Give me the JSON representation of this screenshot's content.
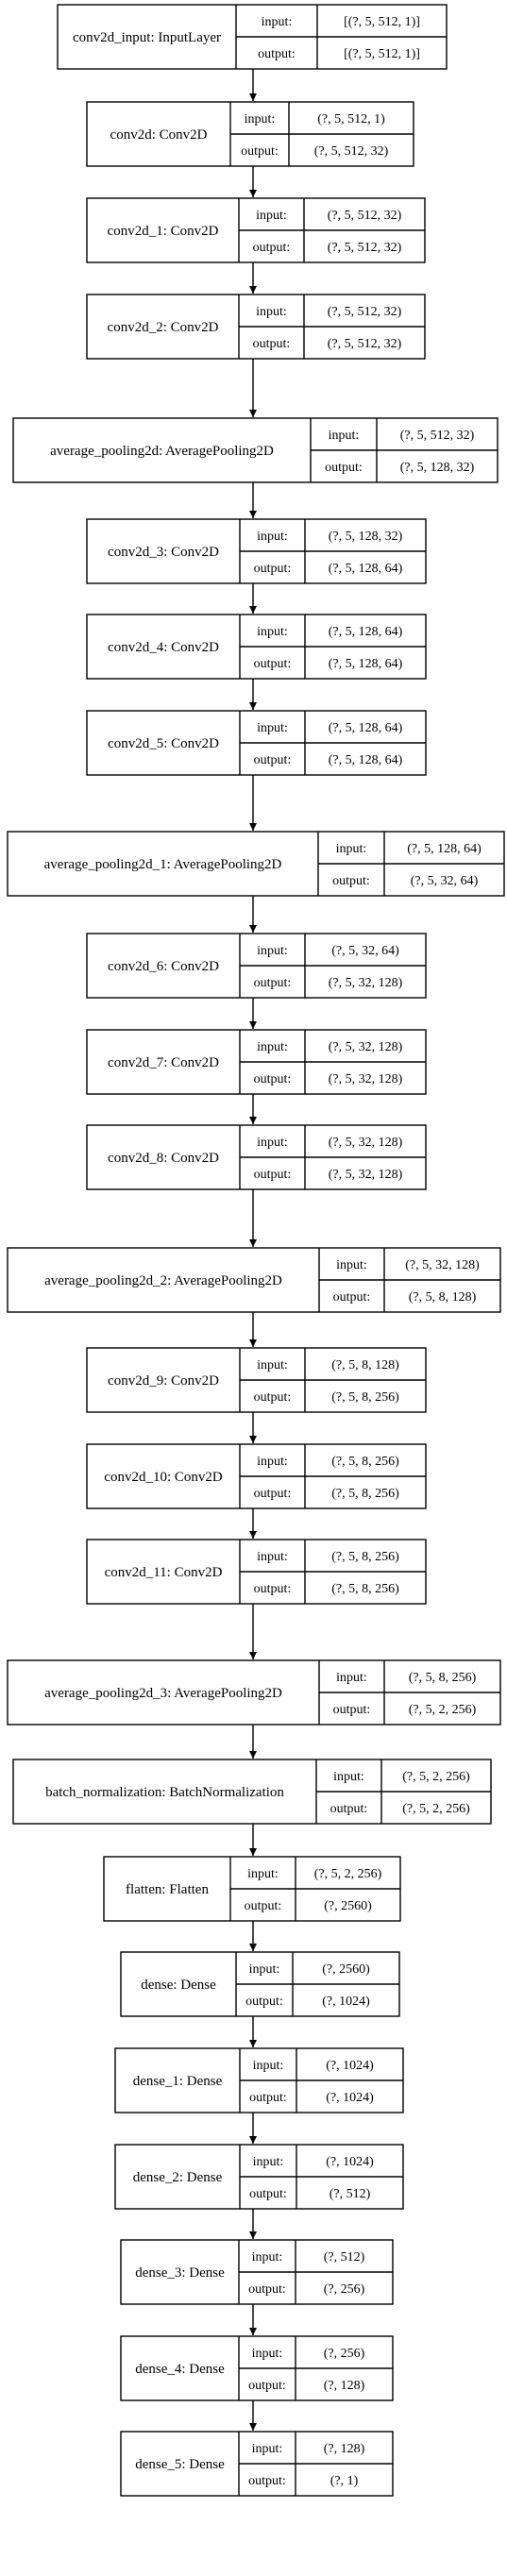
{
  "diagram": {
    "labels": {
      "input": "input:",
      "output": "output:"
    },
    "nodes": [
      {
        "name": "conv2d_input: InputLayer",
        "input": "[(?, 5, 512, 1)]",
        "output": "[(?, 5, 512, 1)]"
      },
      {
        "name": "conv2d: Conv2D",
        "input": "(?, 5, 512, 1)",
        "output": "(?, 5, 512, 32)"
      },
      {
        "name": "conv2d_1: Conv2D",
        "input": "(?, 5, 512, 32)",
        "output": "(?, 5, 512, 32)"
      },
      {
        "name": "conv2d_2: Conv2D",
        "input": "(?, 5, 512, 32)",
        "output": "(?, 5, 512, 32)"
      },
      {
        "name": "average_pooling2d: AveragePooling2D",
        "input": "(?, 5, 512, 32)",
        "output": "(?, 5, 128, 32)"
      },
      {
        "name": "conv2d_3: Conv2D",
        "input": "(?, 5, 128, 32)",
        "output": "(?, 5, 128, 64)"
      },
      {
        "name": "conv2d_4: Conv2D",
        "input": "(?, 5, 128, 64)",
        "output": "(?, 5, 128, 64)"
      },
      {
        "name": "conv2d_5: Conv2D",
        "input": "(?, 5, 128, 64)",
        "output": "(?, 5, 128, 64)"
      },
      {
        "name": "average_pooling2d_1: AveragePooling2D",
        "input": "(?, 5, 128, 64)",
        "output": "(?, 5, 32, 64)"
      },
      {
        "name": "conv2d_6: Conv2D",
        "input": "(?, 5, 32, 64)",
        "output": "(?, 5, 32, 128)"
      },
      {
        "name": "conv2d_7: Conv2D",
        "input": "(?, 5, 32, 128)",
        "output": "(?, 5, 32, 128)"
      },
      {
        "name": "conv2d_8: Conv2D",
        "input": "(?, 5, 32, 128)",
        "output": "(?, 5, 32, 128)"
      },
      {
        "name": "average_pooling2d_2: AveragePooling2D",
        "input": "(?, 5, 32, 128)",
        "output": "(?, 5, 8, 128)"
      },
      {
        "name": "conv2d_9: Conv2D",
        "input": "(?, 5, 8, 128)",
        "output": "(?, 5, 8, 256)"
      },
      {
        "name": "conv2d_10: Conv2D",
        "input": "(?, 5, 8, 256)",
        "output": "(?, 5, 8, 256)"
      },
      {
        "name": "conv2d_11: Conv2D",
        "input": "(?, 5, 8, 256)",
        "output": "(?, 5, 8, 256)"
      },
      {
        "name": "average_pooling2d_3: AveragePooling2D",
        "input": "(?, 5, 8, 256)",
        "output": "(?, 5, 2, 256)"
      },
      {
        "name": "batch_normalization: BatchNormalization",
        "input": "(?, 5, 2, 256)",
        "output": "(?, 5, 2, 256)"
      },
      {
        "name": "flatten: Flatten",
        "input": "(?, 5, 2, 256)",
        "output": "(?, 2560)"
      },
      {
        "name": "dense: Dense",
        "input": "(?, 2560)",
        "output": "(?, 1024)"
      },
      {
        "name": "dense_1: Dense",
        "input": "(?, 1024)",
        "output": "(?, 1024)"
      },
      {
        "name": "dense_2: Dense",
        "input": "(?, 1024)",
        "output": "(?, 512)"
      },
      {
        "name": "dense_3: Dense",
        "input": "(?, 512)",
        "output": "(?, 256)"
      },
      {
        "name": "dense_4: Dense",
        "input": "(?, 256)",
        "output": "(?, 128)"
      },
      {
        "name": "dense_5: Dense",
        "input": "(?, 128)",
        "output": "(?, 1)"
      }
    ]
  }
}
